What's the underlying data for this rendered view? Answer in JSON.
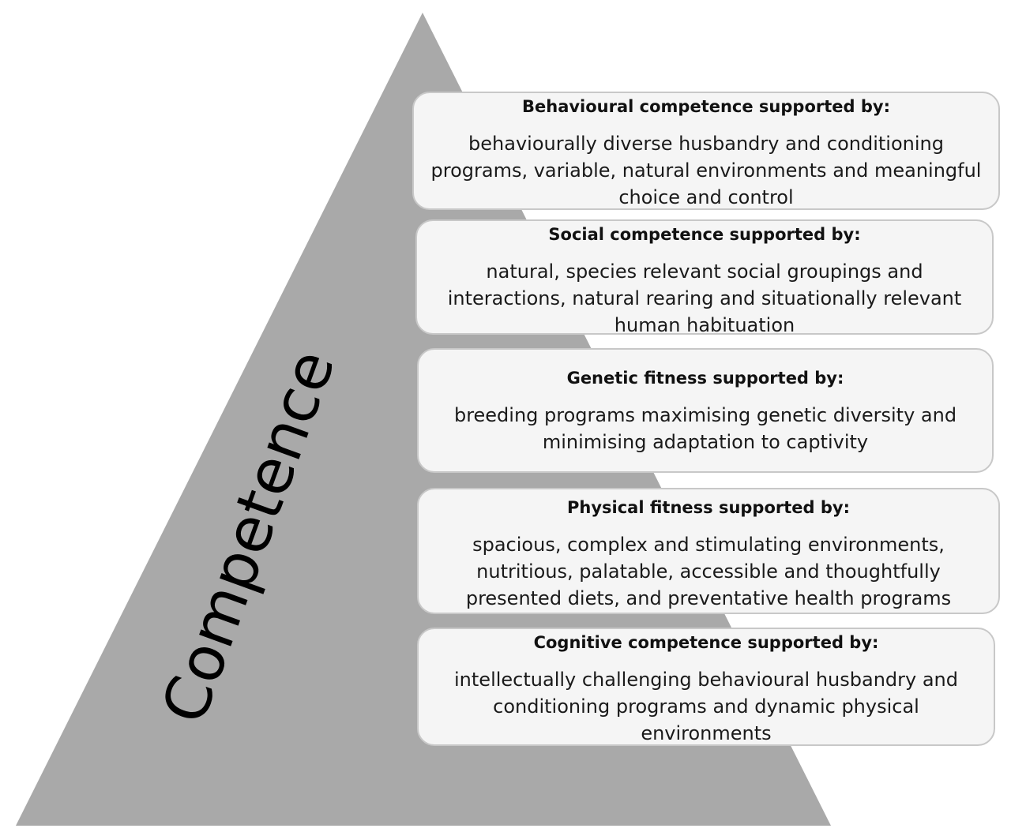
{
  "pyramid": {
    "label": "Competence",
    "fill_color": "#a9a9a9"
  },
  "boxes": [
    {
      "title": "Behavioural competence supported by:",
      "body": "behaviourally diverse husbandry and conditioning programs,  variable, natural  environments and meaningful choice and control"
    },
    {
      "title": "Social competence supported by:",
      "body": "natural, species relevant social groupings and interactions,  natural rearing and situationally relevant human habituation"
    },
    {
      "title": "Genetic fitness supported by:",
      "body": "breeding programs  maximising genetic diversity and minimising adaptation to captivity"
    },
    {
      "title": "Physical fitness supported by:",
      "body": "spacious, complex and stimulating environments, nutritious, palatable, accessible and thoughtfully presented diets, and preventative health programs"
    },
    {
      "title": "Cognitive competence supported by:",
      "body": "intellectually challenging behavioural husbandry and conditioning programs and dynamic physical environments"
    }
  ]
}
